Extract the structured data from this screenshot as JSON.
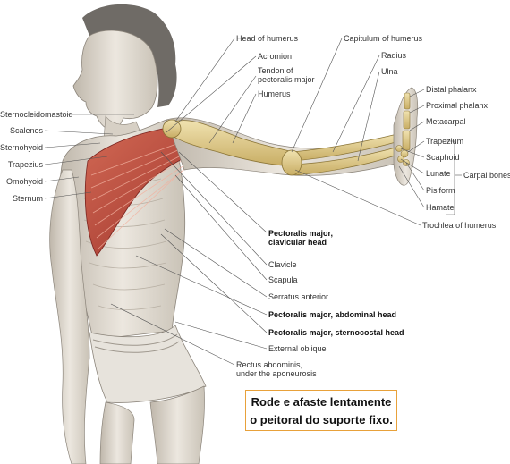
{
  "labels_left": {
    "sternocleidomastoid": "Sternocleidomastoid",
    "scalenes": "Scalenes",
    "sternohyoid": "Sternohyoid",
    "trapezius": "Trapezius",
    "omohyoid": "Omohyoid",
    "sternum": "Sternum"
  },
  "labels_top": {
    "head_of_humerus": "Head of humerus",
    "acromion": "Acromion",
    "tendon_pectoralis": "Tendon of\npectoralis major",
    "humerus": "Humerus",
    "capitulum": "Capitulum of humerus",
    "radius": "Radius",
    "ulna": "Ulna"
  },
  "labels_hand": {
    "distal_phalanx": "Distal phalanx",
    "proximal_phalanx": "Proximal phalanx",
    "metacarpal": "Metacarpal",
    "trapezium": "Trapezium",
    "scaphoid": "Scaphoid",
    "lunate": "Lunate",
    "pisiform": "Pisiform",
    "hamate": "Hamate",
    "carpal_bones": "Carpal bones",
    "trochlea": "Trochlea of humerus"
  },
  "labels_lower": {
    "pm_clavicular": "Pectoralis major,\nclavicular head",
    "clavicle": "Clavicle",
    "scapula": "Scapula",
    "serratus": "Serratus anterior",
    "pm_abdominal": "Pectoralis major, abdominal head",
    "pm_sternocostal": "Pectoralis major, sternocostal head",
    "external_oblique": "External oblique",
    "rectus": "Rectus abdominis,\nunder the aponeurosis"
  },
  "caption": {
    "line1": "Rode e afaste lentamente",
    "line2": "o peitoral do suporte fixo."
  },
  "colors": {
    "muscle": "#b5443a",
    "bone": "#d9c48a",
    "skin": "#d8d2c8",
    "caption_border": "#e8a13a"
  }
}
